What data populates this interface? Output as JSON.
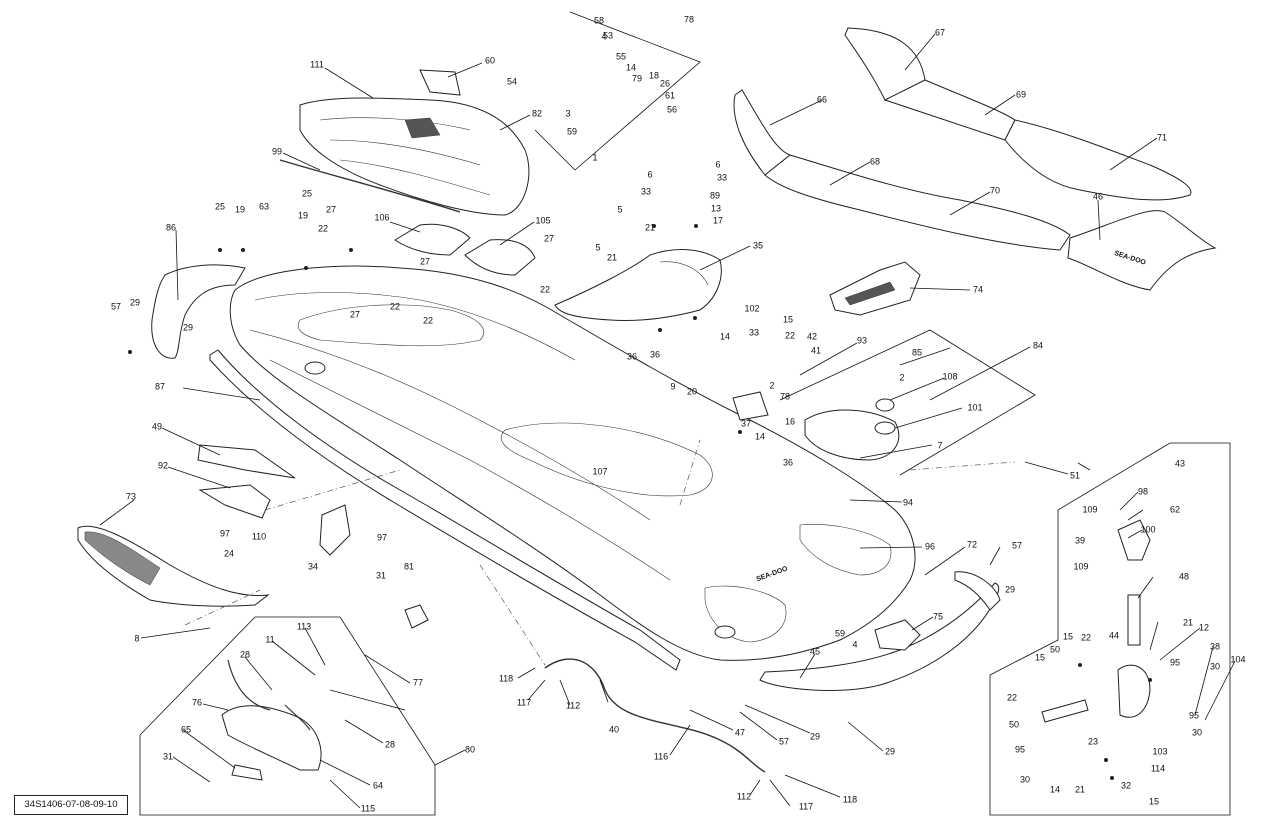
{
  "diagram": {
    "reference_code": "34S1406-07-08-09-10",
    "callouts": [
      "1",
      "2",
      "3",
      "4",
      "5",
      "6",
      "7",
      "8",
      "9",
      "11",
      "12",
      "13",
      "14",
      "15",
      "16",
      "17",
      "18",
      "19",
      "20",
      "21",
      "22",
      "23",
      "24",
      "25",
      "26",
      "27",
      "28",
      "29",
      "30",
      "31",
      "32",
      "33",
      "34",
      "35",
      "36",
      "37",
      "38",
      "39",
      "40",
      "41",
      "42",
      "43",
      "44",
      "45",
      "46",
      "47",
      "48",
      "49",
      "50",
      "51",
      "53",
      "54",
      "55",
      "56",
      "57",
      "58",
      "59",
      "60",
      "61",
      "62",
      "63",
      "64",
      "65",
      "66",
      "67",
      "68",
      "69",
      "70",
      "71",
      "72",
      "73",
      "74",
      "75",
      "76",
      "77",
      "78",
      "79",
      "80",
      "81",
      "82",
      "84",
      "85",
      "86",
      "87",
      "89",
      "92",
      "93",
      "94",
      "95",
      "96",
      "97",
      "98",
      "99",
      "100",
      "101",
      "102",
      "103",
      "104",
      "105",
      "106",
      "107",
      "108",
      "109",
      "110",
      "111",
      "112",
      "113",
      "114",
      "115",
      "116",
      "117",
      "118"
    ],
    "hull_decal_text": "SEA-DOO"
  }
}
